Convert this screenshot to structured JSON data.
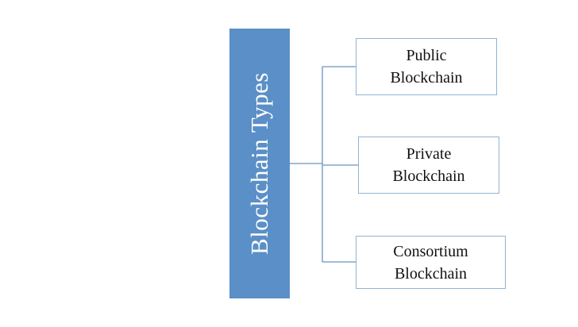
{
  "root": {
    "label": "Blockchain Types",
    "color": "#5b8fc7"
  },
  "children": [
    {
      "line1": "Public",
      "line2": "Blockchain"
    },
    {
      "line1": "Private",
      "line2": "Blockchain"
    },
    {
      "line1": "Consortium",
      "line2": "Blockchain"
    }
  ],
  "colors": {
    "connector": "#6a93bd",
    "child_border": "#8fb4d6"
  }
}
